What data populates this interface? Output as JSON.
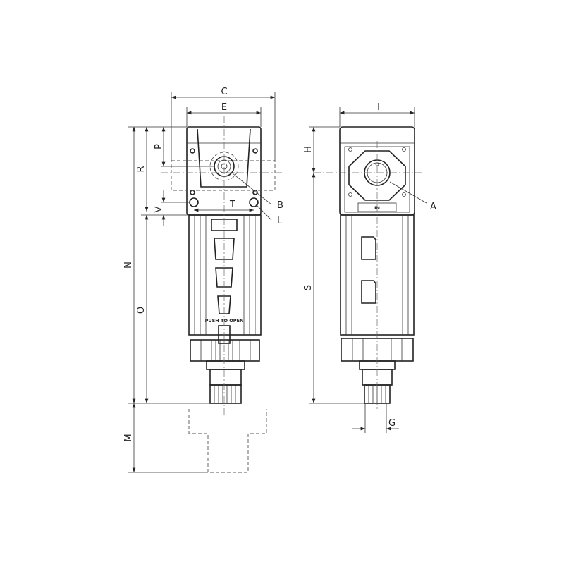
{
  "labels": {
    "C": "C",
    "E": "E",
    "P": "P",
    "R": "R",
    "B": "B",
    "V": "V",
    "T": "T",
    "L": "L",
    "N": "N",
    "O": "O",
    "M": "M",
    "I": "I",
    "H": "H",
    "A": "A",
    "S": "S",
    "G": "G"
  },
  "markings": {
    "inlet": "IN",
    "push": "PUSH TO OPEN"
  }
}
